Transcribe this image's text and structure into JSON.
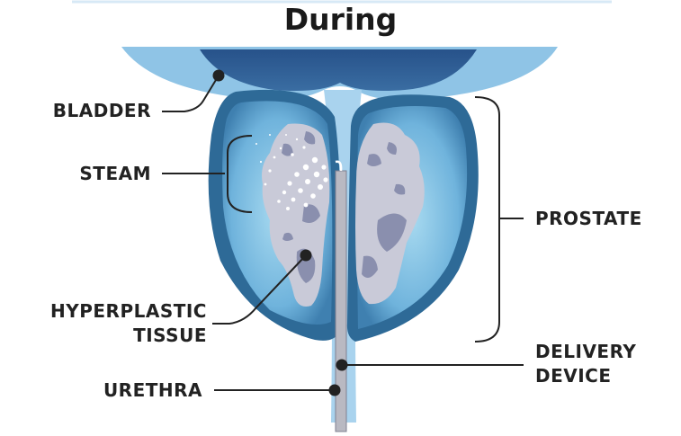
{
  "title": "During",
  "labels": {
    "bladder": "BLADDER",
    "steam": "STEAM",
    "hyperplastic_line1": "HYPERPLASTIC",
    "hyperplastic_line2": "TISSUE",
    "urethra": "URETHRA",
    "prostate": "PROSTATE",
    "delivery_line1": "DELIVERY",
    "delivery_line2": "DEVICE"
  },
  "colors": {
    "bladder": "#2f5f93",
    "bladder_rim": "#7fb7de",
    "prostate_outer": "#2e6a97",
    "prostate_inner": "#8ccbe8",
    "tissue": "#c9cad8",
    "tissue_spots": "#8a8fae",
    "urethra": "#a9d3ee",
    "device": "#b9b9c2",
    "leader": "#222222"
  }
}
